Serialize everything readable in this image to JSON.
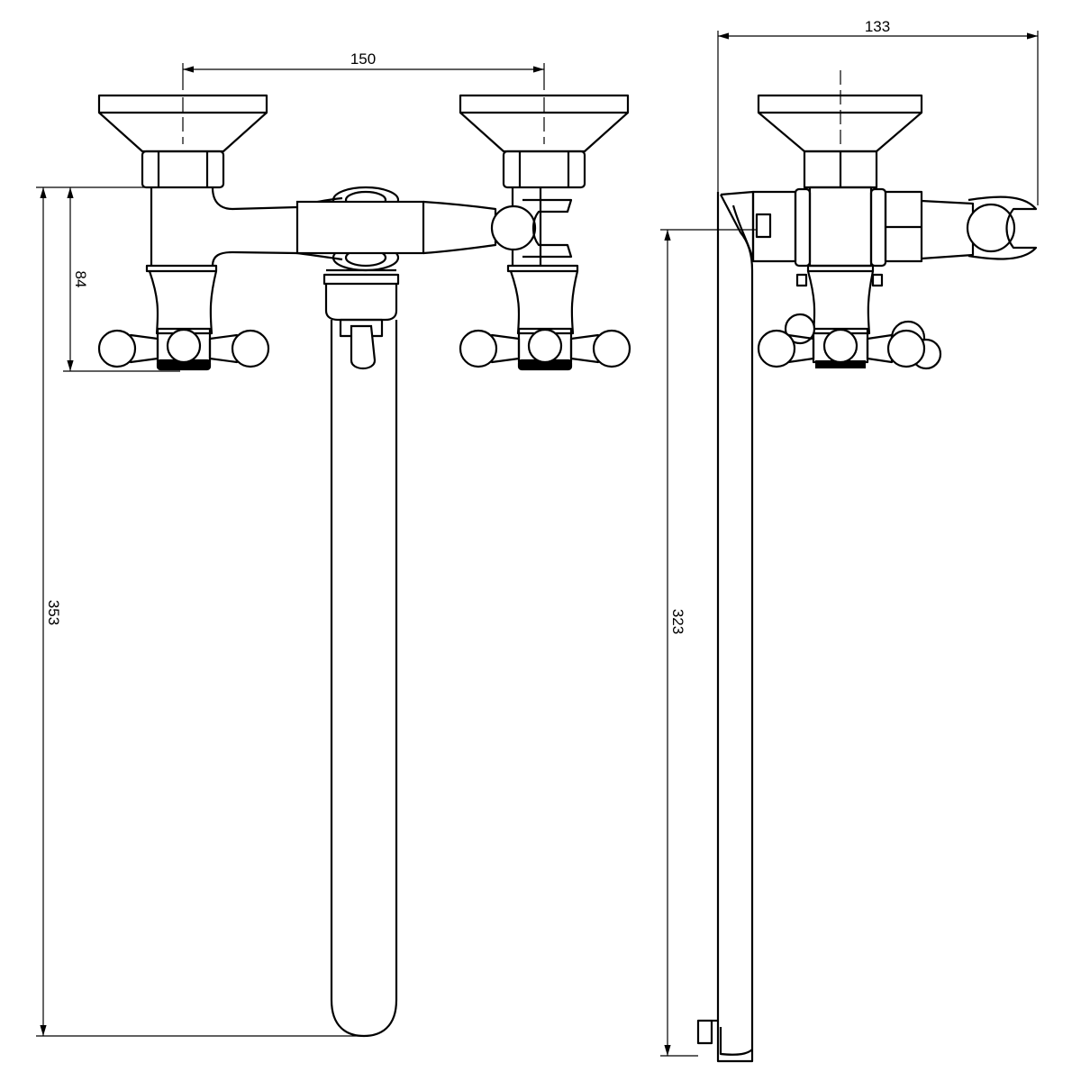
{
  "drawing": {
    "front_view": {
      "dimensions": {
        "handle_spacing": "150",
        "total_height": "353",
        "valve_height": "84"
      }
    },
    "side_view": {
      "dimensions": {
        "projection_depth": "133",
        "spout_length": "323"
      }
    },
    "colors": {
      "line": "#000000",
      "background": "#ffffff"
    }
  }
}
